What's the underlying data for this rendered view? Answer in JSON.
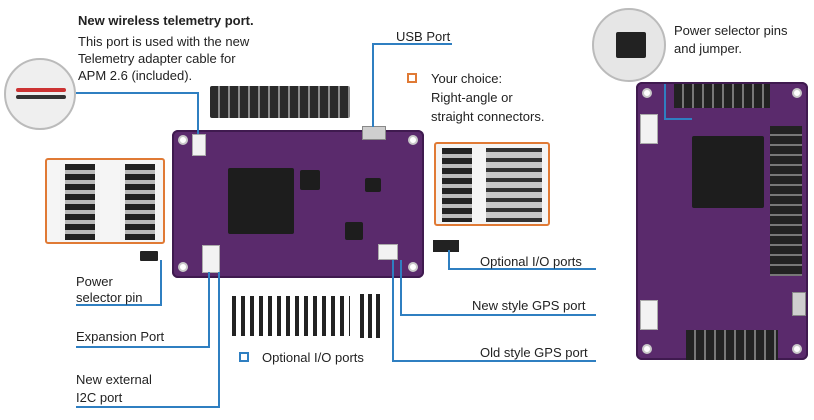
{
  "telemetry": {
    "title": "New wireless telemetry port.",
    "desc_line1": "This port is used with the new",
    "desc_line2": "Telemetry adapter cable for",
    "desc_line3": "APM 2.6 (included)."
  },
  "usb_port": "USB Port",
  "choice": {
    "line1": "Your choice:",
    "line2": "Right-angle or",
    "line3": "straight connectors."
  },
  "power_selector": {
    "line1": "Power selector pins",
    "line2": "and jumper."
  },
  "labels": {
    "power_pin_line1": "Power",
    "power_pin_line2": "selector pin",
    "expansion_port": "Expansion Port",
    "i2c_line1": "New external",
    "i2c_line2": "I2C port",
    "optional_io_bottom": "Optional I/O ports",
    "optional_io_right": "Optional I/O ports",
    "new_gps": "New style GPS port",
    "old_gps": "Old style GPS port"
  },
  "colors": {
    "board": "#5a2a6c",
    "accent_orange": "#e07a35",
    "accent_blue": "#2f7fc1"
  }
}
